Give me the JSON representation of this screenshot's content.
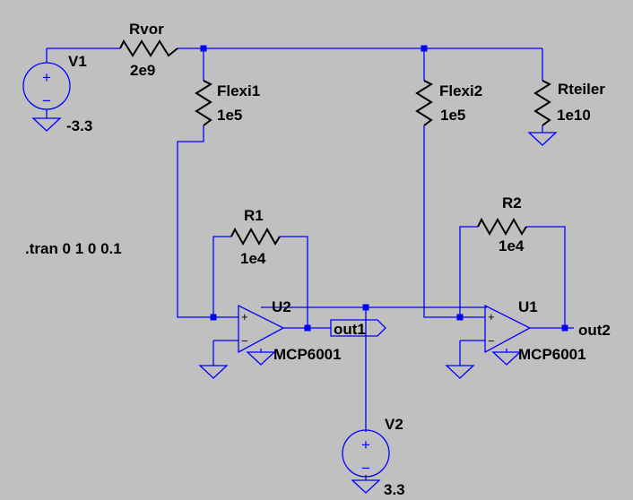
{
  "colors": {
    "background": "#c0c0c0",
    "wire": "#0000ff",
    "component": "#000000",
    "label": "#000000"
  },
  "components": {
    "v1": {
      "name": "V1",
      "value": "-3.3"
    },
    "v2": {
      "name": "V2",
      "value": "3.3"
    },
    "rvor": {
      "name": "Rvor",
      "value": "2e9"
    },
    "flexi1": {
      "name": "Flexi1",
      "value": "1e5"
    },
    "flexi2": {
      "name": "Flexi2",
      "value": "1e5"
    },
    "rteiler": {
      "name": "Rteiler",
      "value": "1e10"
    },
    "r1": {
      "name": "R1",
      "value": "1e4"
    },
    "r2": {
      "name": "R2",
      "value": "1e4"
    },
    "u2": {
      "name": "U2",
      "model": "MCP6001"
    },
    "u1": {
      "name": "U1",
      "model": "MCP6001"
    }
  },
  "nets": {
    "out1": "out1",
    "out2": "out2"
  },
  "directive": ".tran 0 1 0 0.1",
  "symbols": {
    "plus": "+",
    "minus": "−",
    "plus_sign": "+",
    "minus_sign": "−"
  }
}
